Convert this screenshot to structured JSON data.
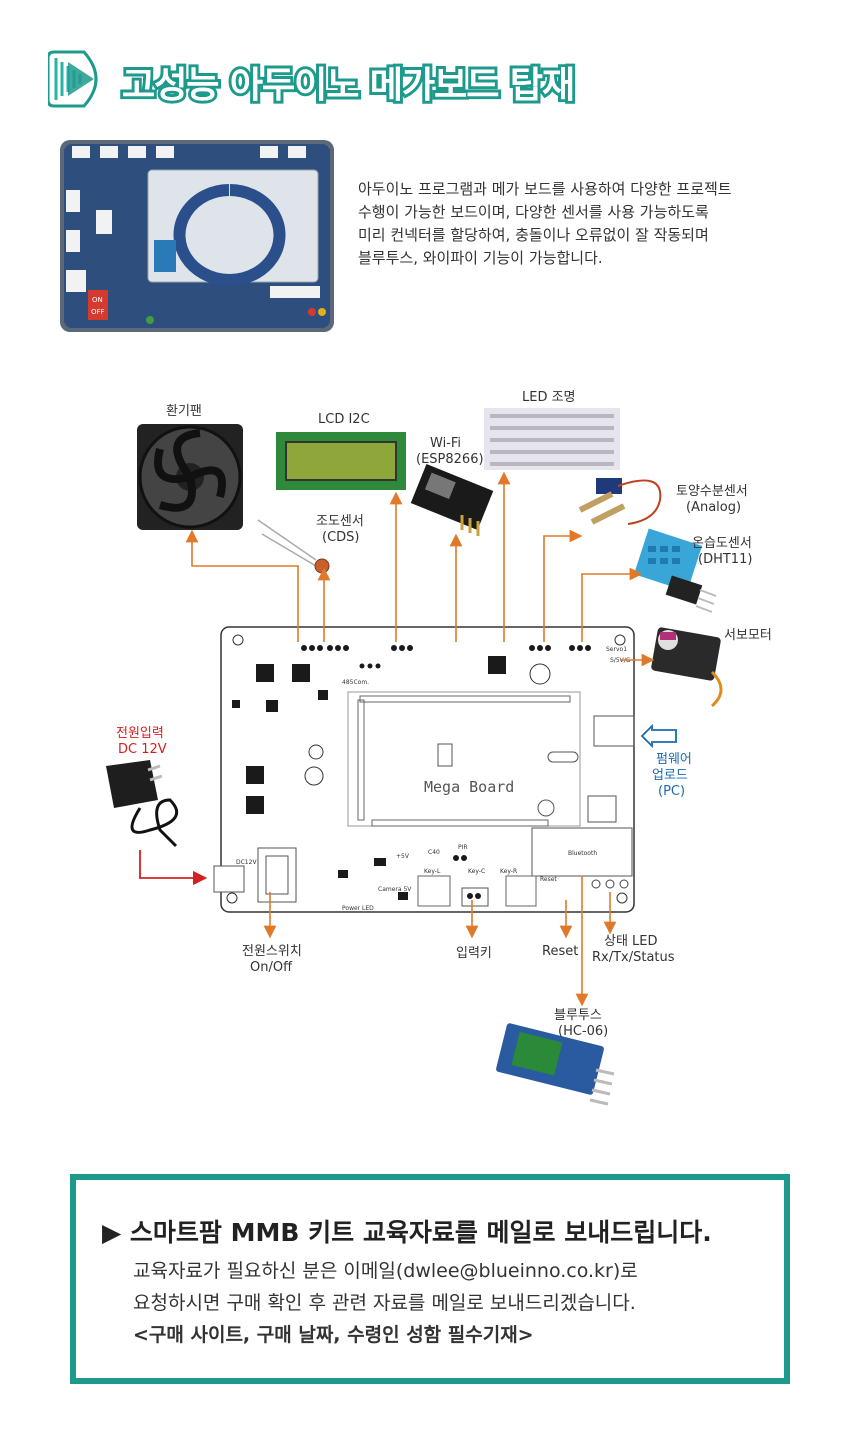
{
  "header": {
    "title": "고성능 아두이노 메가보드 탑재"
  },
  "intro": {
    "lines": [
      "아두이노 프로그램과 메가 보드를 사용하여 다양한 프로젝트",
      "수행이 가능한 보드이며, 다양한 센서를 사용 가능하도록",
      "미리 컨넥터를 할당하여, 충돌이나 오류없이 잘 작동되며",
      "블루투스, 와이파이 기능이 가능합니다."
    ]
  },
  "top_board": {
    "switch_on": "ON",
    "switch_off": "OFF"
  },
  "diagram": {
    "board_label": "Mega Board",
    "labels": {
      "fan": "환기팬",
      "lcd": "LCD I2C",
      "led_light": "LED 조명",
      "wifi_1": "Wi-Fi",
      "wifi_2": "(ESP8266)",
      "soil_1": "토양수분센서",
      "soil_2": "(Analog)",
      "cds_1": "조도센서",
      "cds_2": "(CDS)",
      "dht_1": "온습도센서",
      "dht_2": "(DHT11)",
      "servo": "서보모터",
      "power_1": "전원입력",
      "power_2": "DC 12V",
      "firmware_1": "펌웨어",
      "firmware_2": "업로드",
      "firmware_3": "(PC)",
      "power_switch_1": "전원스위치",
      "power_switch_2": "On/Off",
      "input_key": "입력키",
      "reset": "Reset",
      "status_led_1": "상태 LED",
      "status_led_2": "Rx/Tx/Status",
      "bt_1": "블루투스",
      "bt_2": "(HC-06)"
    },
    "silk": {
      "rs485": "485Com.",
      "bluetooth": "Bluetooth",
      "servo": "Servo1",
      "servo_pins": "S/5V/G",
      "key_l": "Key-L",
      "key_c": "Key-C",
      "key_r": "Key-R",
      "reset": "Reset",
      "power_led": "Power LED",
      "plus5v": "+5V",
      "dc12v": "DC12V",
      "c40": "C40",
      "pir": "PIR",
      "camera": "Camera 5V"
    }
  },
  "notice": {
    "title": "▶ 스마트팜 MMB 키트 교육자료를 메일로 보내드립니다.",
    "line1": "교육자료가 필요하신 분은 이메일(dwlee@blueinno.co.kr)로",
    "line2": "요청하시면 구매 확인 후 관련 자료를 메일로 보내드리겠습니다.",
    "line3": "<구매 사이트, 구매 날짜, 수령인 성함 필수기재>"
  },
  "colors": {
    "teal": "#1e9a8c",
    "orange_arrow": "#e07a2a",
    "red_arrow": "#d42020",
    "blue_arrow": "#1a6ab0"
  }
}
